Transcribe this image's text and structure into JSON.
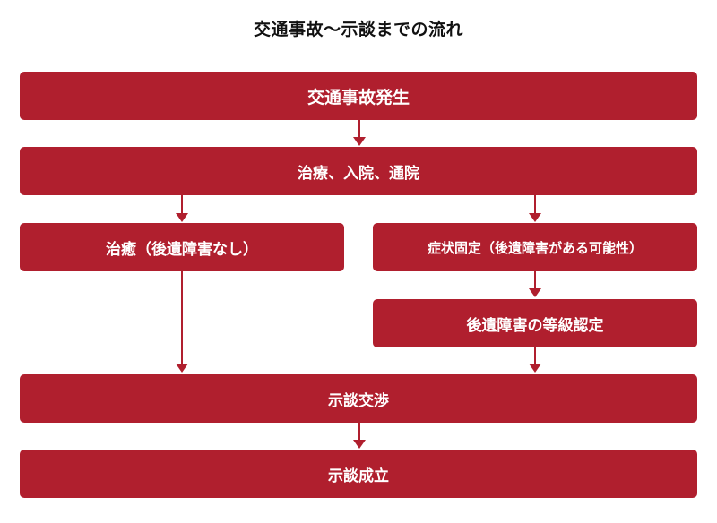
{
  "title": "交通事故〜示談までの流れ",
  "steps": {
    "accident": "交通事故発生",
    "treatment": "治療、入院、通院",
    "healed": "治癒（後遺障害なし）",
    "symptom_fixed": "症状固定（後遺障害がある可能性）",
    "grade_certification": "後遺障害の等級認定",
    "negotiation": "示談交渉",
    "settlement": "示談成立"
  },
  "colors": {
    "box": "#b01f2e",
    "arrow": "#b01f2e",
    "text": "#ffffff",
    "title": "#111111"
  }
}
